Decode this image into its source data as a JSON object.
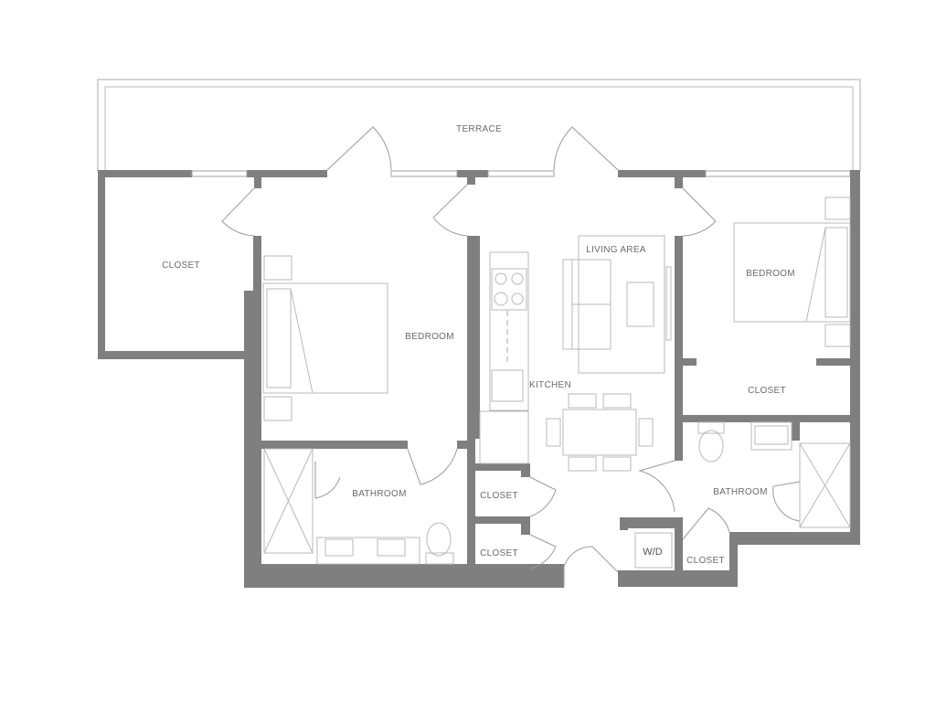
{
  "plan": {
    "rooms": {
      "terrace": "TERRACE",
      "closet_left": "CLOSET",
      "bedroom_left": "BEDROOM",
      "living_area": "LIVING AREA",
      "bedroom_right": "BEDROOM",
      "kitchen": "KITCHEN",
      "closet_right": "CLOSET",
      "bathroom_left": "BATHROOM",
      "closet_mid_1": "CLOSET",
      "closet_mid_2": "CLOSET",
      "bathroom_right": "BATHROOM",
      "closet_small": "CLOSET"
    },
    "appliances": {
      "washer_dryer": "W/D"
    },
    "colors": {
      "wall": "#7f7f7f",
      "fixture": "#b8b8b8",
      "label": "#6b6b6b"
    }
  }
}
